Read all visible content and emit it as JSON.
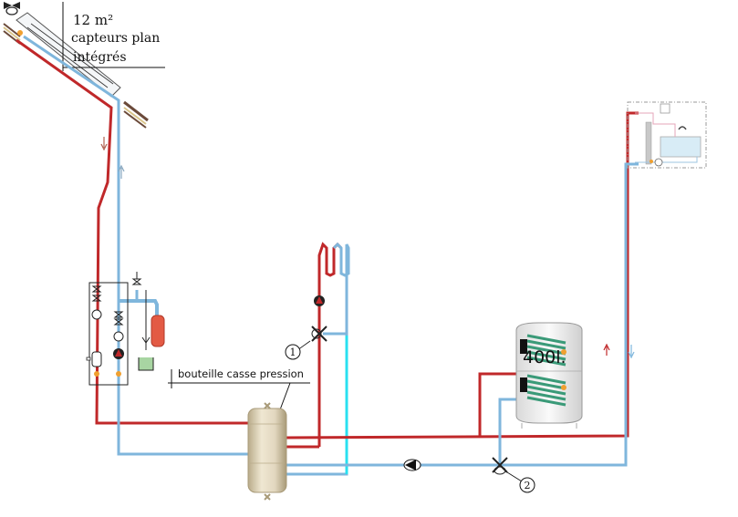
{
  "diagram": {
    "type": "solar heating hydraulic schematic",
    "collector": {
      "area_label": "12 m²",
      "line1": "capteurs plan",
      "line2": "intégrés"
    },
    "buffer_bottle": {
      "label": "bouteille casse pression"
    },
    "tank": {
      "capacity_label": "400l."
    },
    "valve_markers": [
      {
        "id": "1"
      },
      {
        "id": "2"
      }
    ],
    "colors": {
      "hot_pipe": "#c0282a",
      "cold_pipe": "#7fb6dc",
      "cyan_pipe": "#29e0f0",
      "coil_green": "#3a9a78",
      "expansion_vessel": "#e35a44",
      "bottle": "#e2d7bf"
    }
  }
}
